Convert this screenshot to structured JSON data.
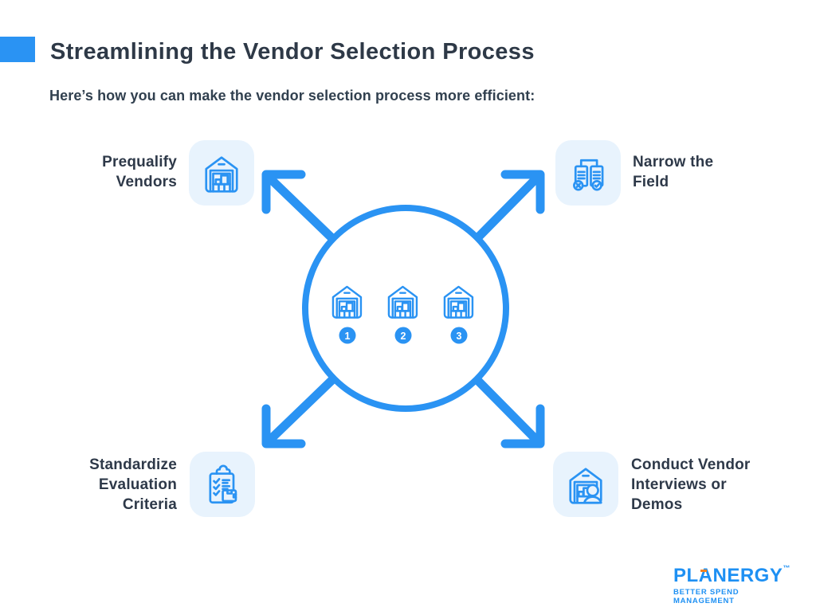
{
  "colors": {
    "accent_blue": "#2a93f3",
    "tile_background": "#e8f3fd",
    "text_dark": "#2e3949",
    "logo_blue": "#1e90f3",
    "logo_orange": "#f58220",
    "badge_text": "#ffffff"
  },
  "header": {
    "title": "Streamlining the Vendor Selection Process",
    "subtitle": "Here’s how you can make the vendor selection process more efficient:"
  },
  "nodes": {
    "top_left": {
      "label": "Prequalify\nVendors",
      "icon": "warehouse-icon"
    },
    "top_right": {
      "label": "Narrow the\nField",
      "icon": "compare-documents-icon"
    },
    "bottom_left": {
      "label": "Standardize\nEvaluation\nCriteria",
      "icon": "evaluation-clipboard-icon"
    },
    "bottom_right": {
      "label": "Conduct Vendor\nInterviews or\nDemos",
      "icon": "vendor-interview-icon"
    }
  },
  "center": {
    "icon": "warehouse-icon",
    "badges": [
      "1",
      "2",
      "3"
    ]
  },
  "logo": {
    "brand": "PLANERGY",
    "trademark": "™",
    "tagline": "BETTER SPEND MANAGEMENT"
  }
}
